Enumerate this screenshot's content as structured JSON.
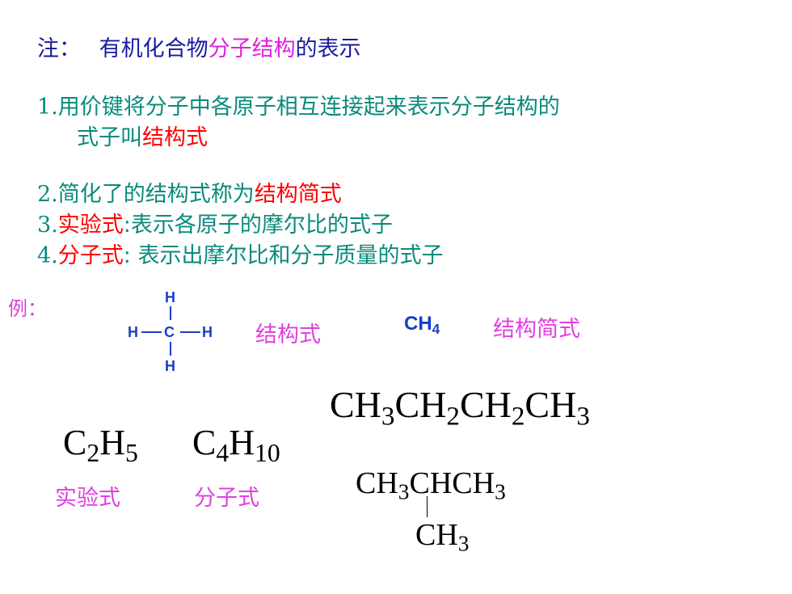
{
  "note": {
    "prefix": "注：",
    "text_a": "有机化合物",
    "text_b": "分子结构",
    "text_c": "的表示"
  },
  "items": [
    {
      "num": "1.",
      "a": "用价键将分子中各原子相互连接起来表示分子结构的",
      "b": "式子叫",
      "c": "结构式"
    },
    {
      "num": "2.",
      "a": "简化了的结构式称为",
      "b": "结构简式"
    },
    {
      "num": "3.",
      "a": "实验式",
      "b": ":表示各原子的摩尔比的式子"
    },
    {
      "num": "4.",
      "a": "分子式",
      "b": ": 表示出摩尔比和分子质量的式子"
    }
  ],
  "example": {
    "label": "例：",
    "methane_atoms": {
      "top": "H",
      "left": "H",
      "center": "C",
      "right": "H",
      "bottom": "H"
    },
    "structural_label": "结构式",
    "ch4": {
      "main": "CH",
      "sub": "4"
    },
    "condensed_label": "结构简式",
    "empirical": {
      "c": "C",
      "c_sub": "2",
      "h": "H",
      "h_sub": "5",
      "label": "实验式"
    },
    "molecular": {
      "c": "C",
      "c_sub": "4",
      "h": "H",
      "h_sub": "10",
      "label": "分子式"
    },
    "butane": {
      "p1": "CH",
      "s1": "3",
      "p2": "CH",
      "s2": "2",
      "p3": "CH",
      "s3": "2",
      "p4": "CH",
      "s4": "3"
    },
    "isobutane": {
      "p1": "CH",
      "s1": "3",
      "p2": "CHCH",
      "s2": "3",
      "branch": "CH",
      "branch_sub": "3"
    }
  }
}
